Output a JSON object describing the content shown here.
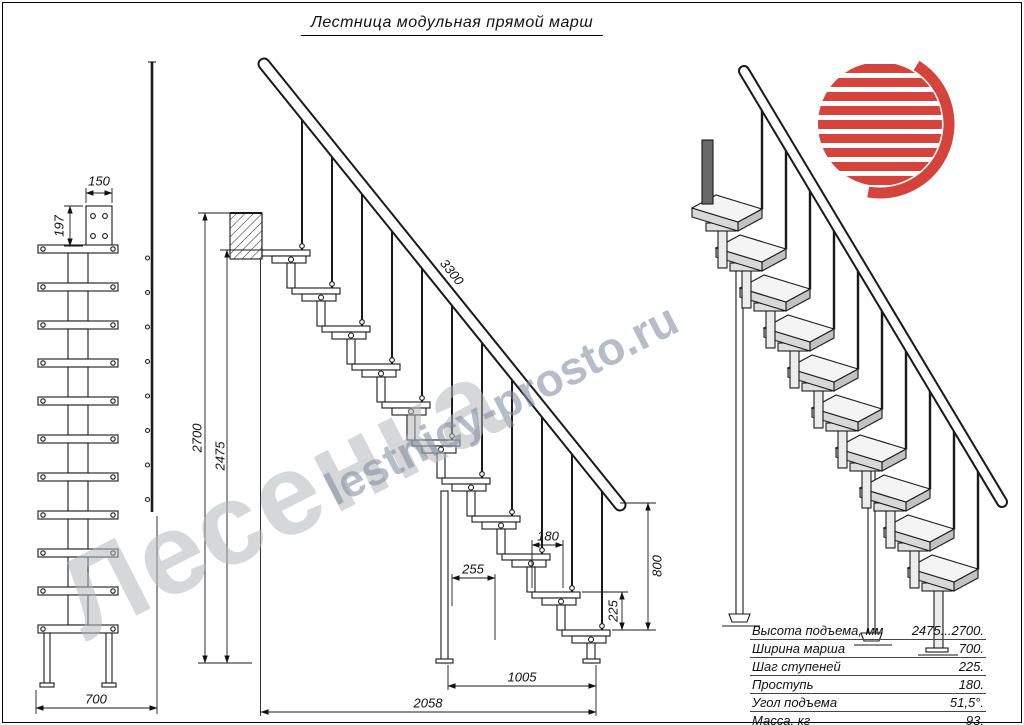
{
  "title": "Лестница модульная прямой марш",
  "watermark": {
    "big": "Лесенка",
    "site": "lestnicy-prosto.ru"
  },
  "front_view": {
    "width_top": "150",
    "height_bracket": "197",
    "width_total": "700"
  },
  "side_view": {
    "rail_length": "3300",
    "height_total": "2700",
    "height_steps": "2475",
    "tread_depth": "180",
    "bracket_length": "255",
    "rail_height": "800",
    "step_rise": "225",
    "run_front": "1005",
    "run_total": "2058"
  },
  "specs": {
    "rows": [
      {
        "label": "Высота подъема, мм",
        "value": "2475...2700."
      },
      {
        "label": "Ширина марша",
        "value": "700."
      },
      {
        "label": "Шаг ступеней",
        "value": "225."
      },
      {
        "label": "Проступь",
        "value": "180."
      },
      {
        "label": "Угол подъема",
        "value": "51,5°."
      },
      {
        "label": "Масса, кг",
        "value": "93."
      }
    ]
  },
  "colors": {
    "line": "#1a1a1a",
    "brand_red": "#d03028",
    "watermark_gray": "#b2b6ba"
  }
}
